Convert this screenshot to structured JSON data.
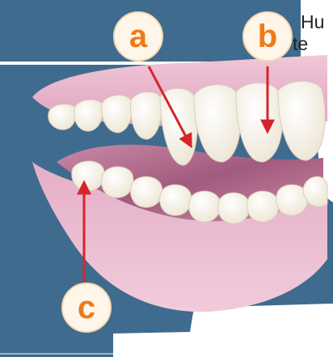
{
  "labels": {
    "a": "a",
    "b": "b",
    "c": "c"
  },
  "clipped_text": {
    "line1": "Hu",
    "line2": "te"
  },
  "colors": {
    "background_panel": "#3f6b8f",
    "gum": "#e8b6cc",
    "mouth_interior": "#b46b8f",
    "tooth": "#fffdf6",
    "arrow": "#d6242b",
    "label_circle": "#fff6e9",
    "label_letter": "#f07a18"
  }
}
